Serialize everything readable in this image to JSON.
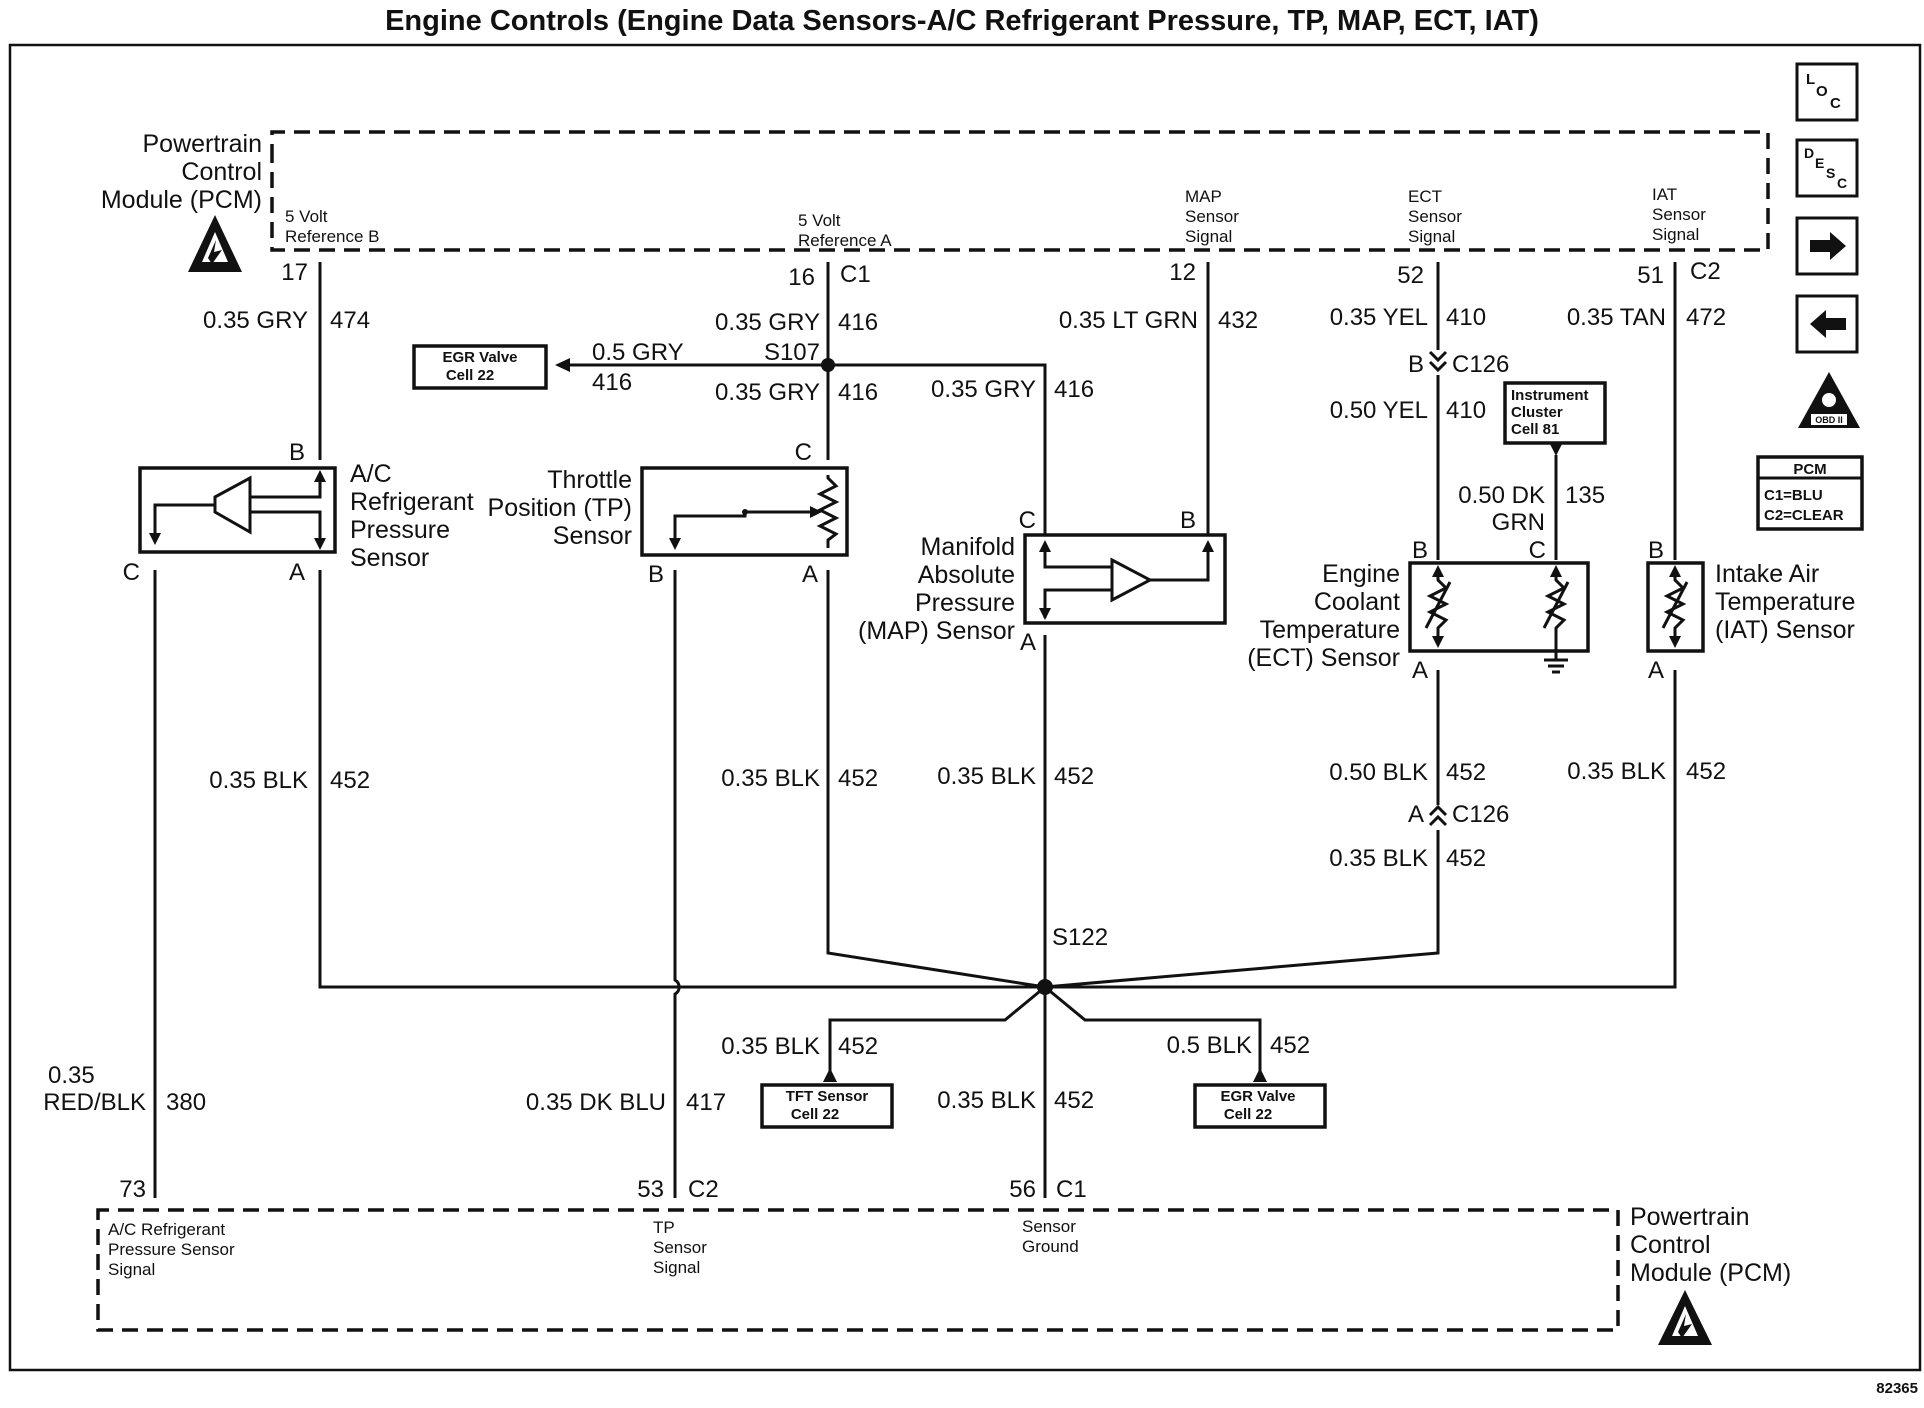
{
  "title": "Engine Controls (Engine Data Sensors-A/C Refrigerant Pressure, TP, MAP, ECT, IAT)",
  "figure_number": "82365",
  "pcm": {
    "label_line1": "Powertrain",
    "label_line2": "Control",
    "label_line3": "Module (PCM)",
    "top_pins": {
      "ref_b": {
        "line1": "5 Volt",
        "line2": "Reference B",
        "pin": "17"
      },
      "ref_a": {
        "line1": "5 Volt",
        "line2": "Reference A",
        "pin": "16",
        "connector": "C1"
      },
      "map": {
        "line1": "MAP",
        "line2": "Sensor",
        "line3": "Signal",
        "pin": "12"
      },
      "ect": {
        "line1": "ECT",
        "line2": "Sensor",
        "line3": "Signal",
        "pin": "52"
      },
      "iat": {
        "line1": "IAT",
        "line2": "Sensor",
        "line3": "Signal",
        "pin": "51",
        "connector": "C2"
      }
    },
    "bottom_pins": {
      "ac": {
        "line1": "A/C Refrigerant",
        "line2": "Pressure Sensor",
        "line3": "Signal",
        "pin": "73"
      },
      "tp": {
        "line1": "TP",
        "line2": "Sensor",
        "line3": "Signal",
        "pin": "53",
        "connector": "C2"
      },
      "gnd": {
        "line1": "Sensor",
        "line2": "Ground",
        "pin": "56",
        "connector": "C1"
      }
    },
    "connector_legend": {
      "title": "PCM",
      "line1": "C1=BLU",
      "line2": "C2=CLEAR"
    }
  },
  "wires": {
    "w474": {
      "gauge_color": "0.35 GRY",
      "circuit": "474"
    },
    "w416a": {
      "gauge_color": "0.35 GRY",
      "circuit": "416"
    },
    "w416egr": {
      "gauge_color": "0.5 GRY",
      "circuit": "416"
    },
    "w416tp": {
      "gauge_color": "0.35 GRY",
      "circuit": "416"
    },
    "w416map": {
      "gauge_color": "0.35 GRY",
      "circuit": "416"
    },
    "w432": {
      "gauge_color": "0.35 LT GRN",
      "circuit": "432"
    },
    "w410a": {
      "gauge_color": "0.35 YEL",
      "circuit": "410"
    },
    "w410b": {
      "gauge_color": "0.50 YEL",
      "circuit": "410"
    },
    "w135": {
      "gauge_color_line1": "0.50 DK",
      "gauge_color_line2": "GRN",
      "circuit": "135"
    },
    "w472": {
      "gauge_color": "0.35 TAN",
      "circuit": "472"
    },
    "w452ac": {
      "gauge_color": "0.35 BLK",
      "circuit": "452"
    },
    "w452tp": {
      "gauge_color": "0.35 BLK",
      "circuit": "452"
    },
    "w452map": {
      "gauge_color": "0.35 BLK",
      "circuit": "452"
    },
    "w452ecta": {
      "gauge_color": "0.50 BLK",
      "circuit": "452"
    },
    "w452ectb": {
      "gauge_color": "0.35 BLK",
      "circuit": "452"
    },
    "w452iat": {
      "gauge_color": "0.35 BLK",
      "circuit": "452"
    },
    "w452tft": {
      "gauge_color": "0.35 BLK",
      "circuit": "452"
    },
    "w452egr": {
      "gauge_color": "0.5 BLK",
      "circuit": "452"
    },
    "w452gnd": {
      "gauge_color": "0.35 BLK",
      "circuit": "452"
    },
    "w380": {
      "gauge_color_line1": "0.35",
      "gauge_color_line2": "RED/BLK",
      "circuit": "380"
    },
    "w417": {
      "gauge_color": "0.35 DK BLU",
      "circuit": "417"
    }
  },
  "splices": {
    "s107": "S107",
    "s122": "S122"
  },
  "connectors": {
    "c126": "C126",
    "c126_pin_b": "B",
    "c126_pin_a": "A"
  },
  "components": {
    "ac_sensor": {
      "line1": "A/C",
      "line2": "Refrigerant",
      "line3": "Pressure",
      "line4": "Sensor",
      "pin_b": "B",
      "pin_c": "C",
      "pin_a": "A"
    },
    "tp_sensor": {
      "line1": "Throttle",
      "line2": "Position (TP)",
      "line3": "Sensor",
      "pin_c": "C",
      "pin_b": "B",
      "pin_a": "A"
    },
    "map_sensor": {
      "line1": "Manifold",
      "line2": "Absolute",
      "line3": "Pressure",
      "line4": "(MAP) Sensor",
      "pin_c": "C",
      "pin_b": "B",
      "pin_a": "A"
    },
    "ect_sensor": {
      "line1": "Engine",
      "line2": "Coolant",
      "line3": "Temperature",
      "line4": "(ECT) Sensor",
      "pin_b": "B",
      "pin_c": "C",
      "pin_a": "A"
    },
    "iat_sensor": {
      "line1": "Intake Air",
      "line2": "Temperature",
      "line3": "(IAT) Sensor",
      "pin_b": "B",
      "pin_a": "A"
    }
  },
  "references": {
    "egr_top": {
      "line1": "EGR Valve",
      "line2": "Cell 22"
    },
    "instrument_cluster": {
      "line1": "Instrument",
      "line2": "Cluster",
      "line3": "Cell 81"
    },
    "tft": {
      "line1": "TFT Sensor",
      "line2": "Cell 22"
    },
    "egr_bottom": {
      "line1": "EGR Valve",
      "line2": "Cell 22"
    }
  },
  "nav_buttons": {
    "loc": {
      "l1": "L",
      "l2": "O",
      "l3": "C"
    },
    "desc": {
      "l1": "D",
      "l2": "E",
      "l3": "S",
      "l4": "C"
    },
    "obd_badge": "OBD II"
  }
}
